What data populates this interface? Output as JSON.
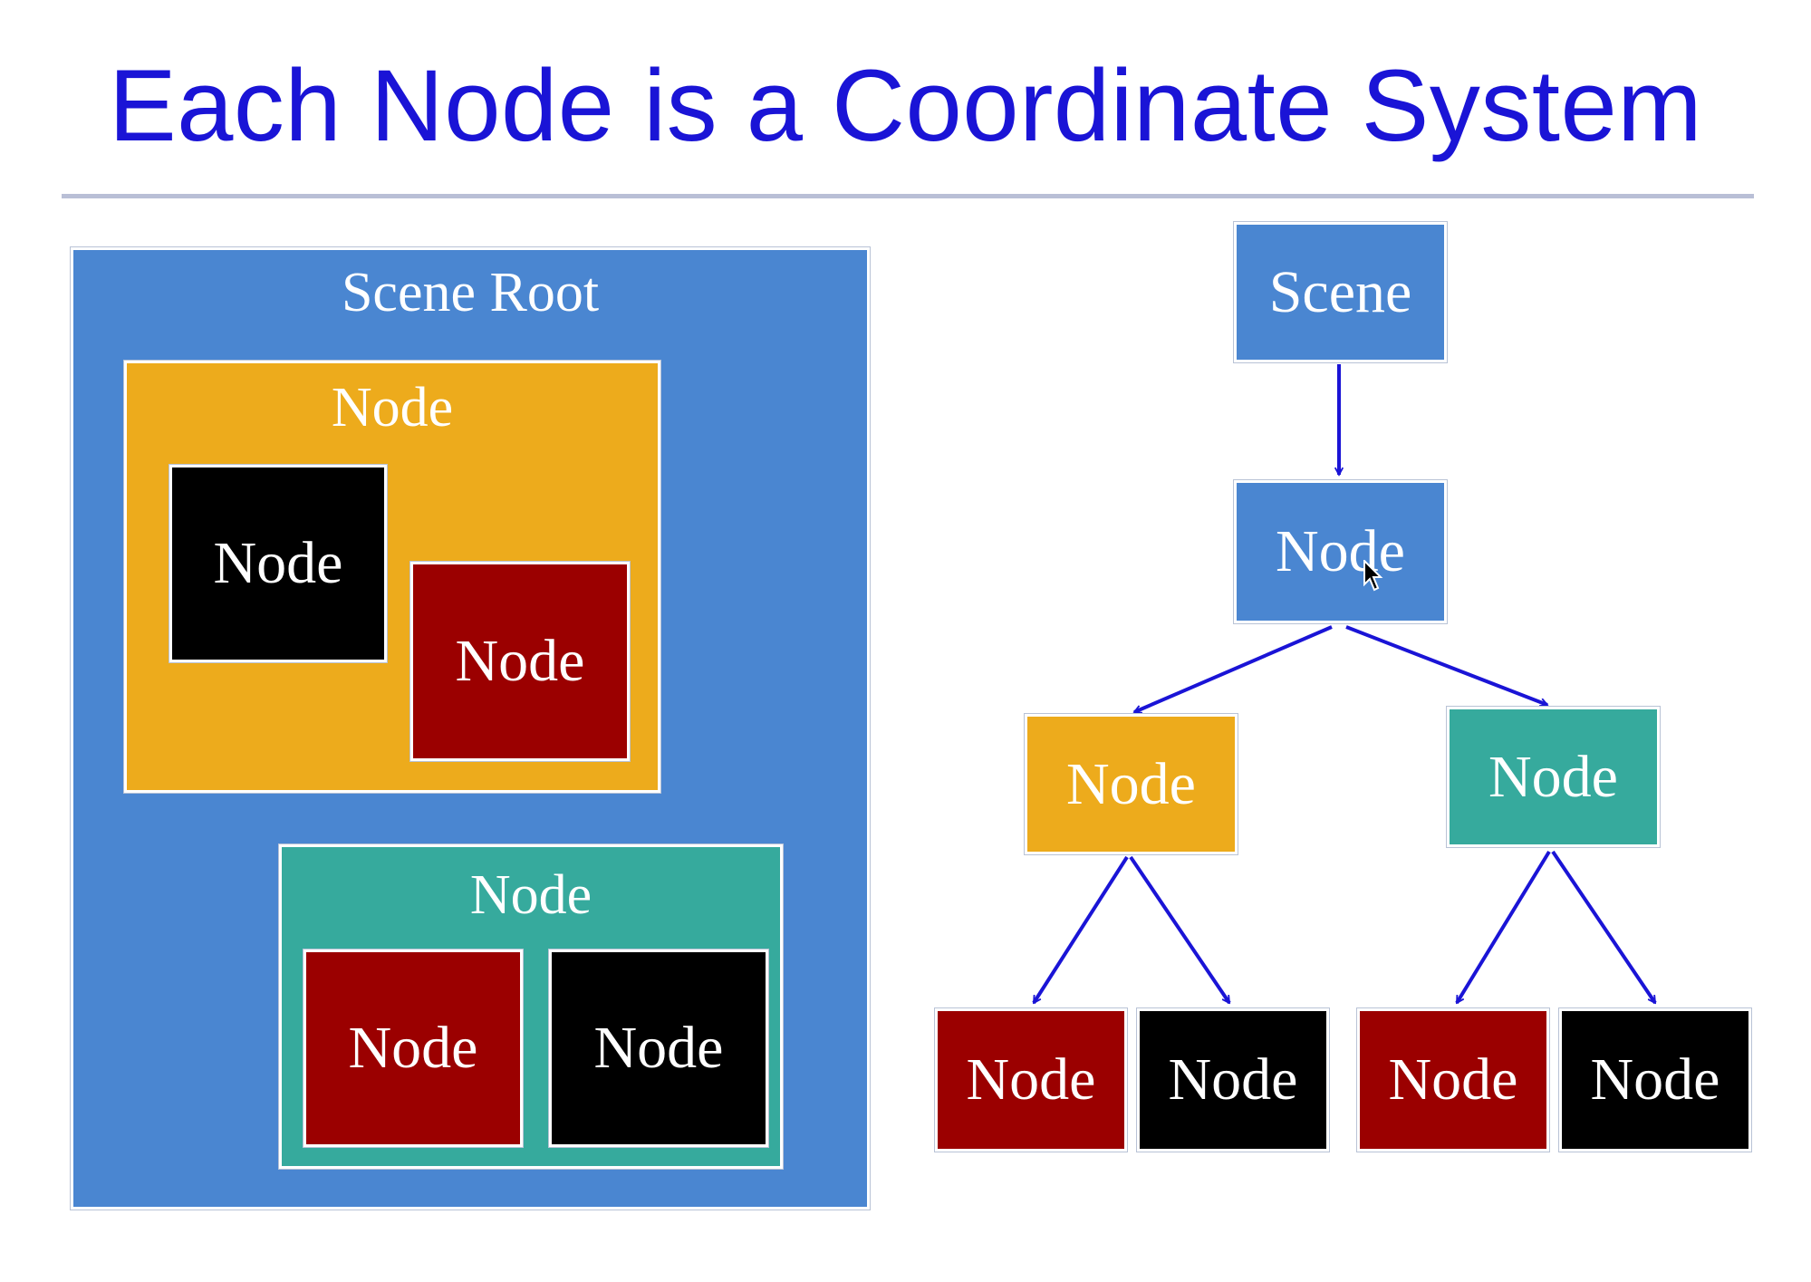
{
  "slide": {
    "title": "Each Node is a Coordinate System"
  },
  "nested_view": {
    "root_label": "Scene Root",
    "orange_node": {
      "label": "Node",
      "children": [
        "Node",
        "Node"
      ]
    },
    "teal_node": {
      "label": "Node",
      "children": [
        "Node",
        "Node"
      ]
    }
  },
  "tree_view": {
    "scene_label": "Scene",
    "node_label": "Node",
    "left_child_label": "Node",
    "right_child_label": "Node",
    "leaves": [
      "Node",
      "Node",
      "Node",
      "Node"
    ]
  },
  "colors": {
    "title": "#1a14d6",
    "blue": "#4a86d1",
    "gold": "#edab1c",
    "teal": "#36aa9d",
    "red": "#9b0000",
    "black": "#000000",
    "arrow": "#1a14d6"
  },
  "icons": {
    "cursor": "mouse-pointer-icon"
  }
}
